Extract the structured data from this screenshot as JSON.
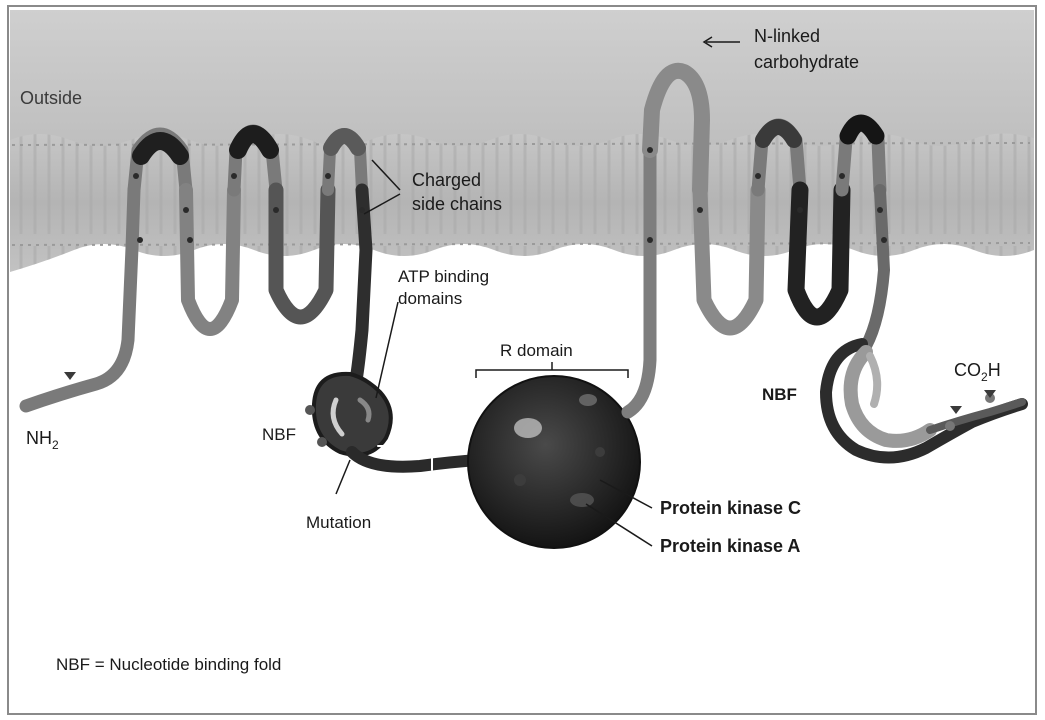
{
  "labels": {
    "outside": "Outside",
    "n_linked": "N-linked",
    "carbohydrate": "carbohydrate",
    "charged": "Charged",
    "side_chains": "side chains",
    "atp_binding": "ATP binding",
    "domains": "domains",
    "r_domain": "R domain",
    "nh2_base": "NH",
    "nh2_sub": "2",
    "co2h_co": "CO",
    "co2h_sub": "2",
    "co2h_h": "H",
    "nbf_left": "NBF",
    "nbf_right": "NBF",
    "mutation": "Mutation",
    "pkc": "Protein kinase C",
    "pka": "Protein kinase A",
    "legend": "NBF = Nucleotide binding fold"
  },
  "colors": {
    "membrane_top": "#d2d2d2",
    "membrane_band": "#b9b9b9",
    "protein_light": "#8e8e8e",
    "protein_mid": "#6c6c6c",
    "protein_dark": "#2a2a2a",
    "r_domain": "#262626",
    "frame": "#8a8a8a"
  }
}
